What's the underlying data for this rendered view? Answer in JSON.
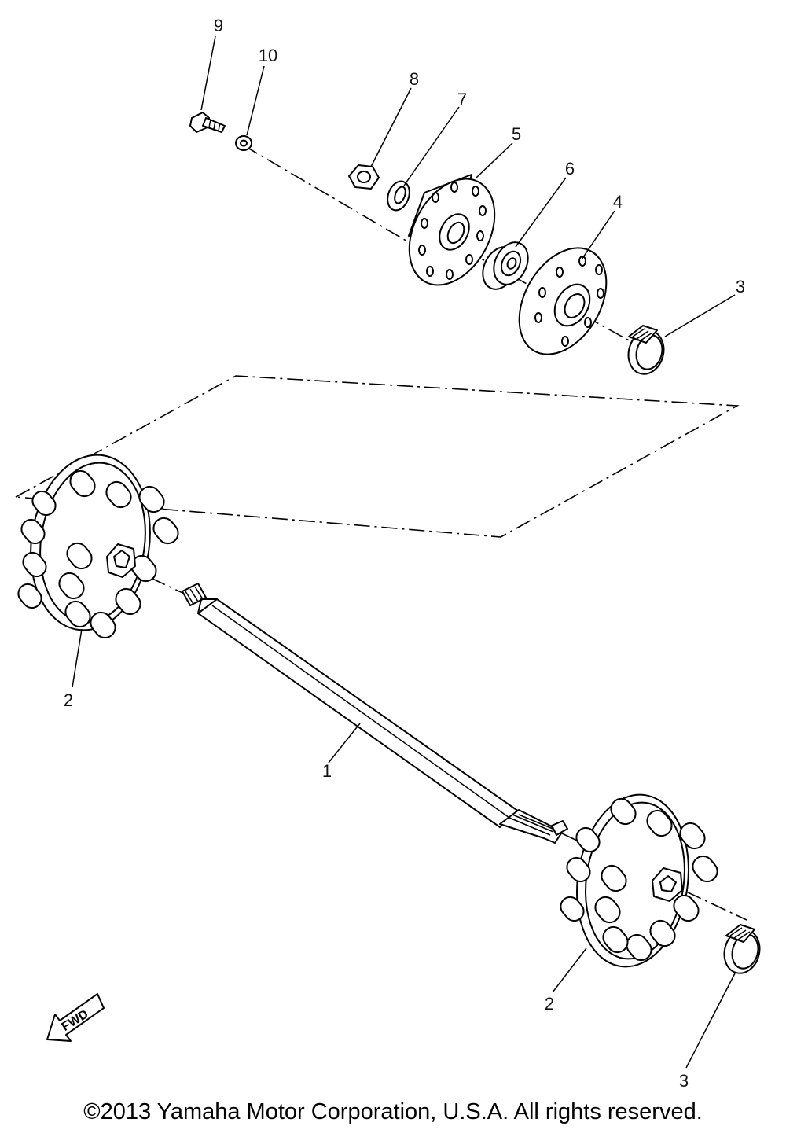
{
  "callouts": [
    {
      "id": "c9",
      "text": "9"
    },
    {
      "id": "c10",
      "text": "10"
    },
    {
      "id": "c8",
      "text": "8"
    },
    {
      "id": "c7",
      "text": "7"
    },
    {
      "id": "c5",
      "text": "5"
    },
    {
      "id": "c6",
      "text": "6"
    },
    {
      "id": "c4",
      "text": "4"
    },
    {
      "id": "c3a",
      "text": "3"
    },
    {
      "id": "c2a",
      "text": "2"
    },
    {
      "id": "c1",
      "text": "1"
    },
    {
      "id": "c2b",
      "text": "2"
    },
    {
      "id": "c3b",
      "text": "3"
    }
  ],
  "fwd_label": "FWD",
  "copyright": "©2013 Yamaha Motor Corporation, U.S.A. All rights reserved."
}
